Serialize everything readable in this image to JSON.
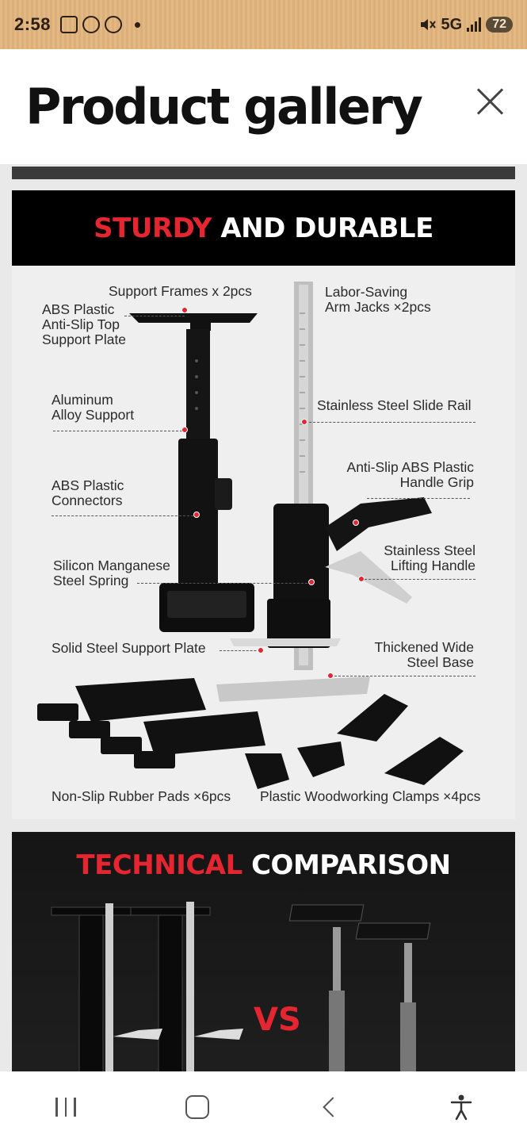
{
  "status_bar": {
    "time": "2:58",
    "network": "5G",
    "battery": "72"
  },
  "header": {
    "title": "Product gallery"
  },
  "gallery": {
    "image1": {
      "banner_red": "STURDY",
      "banner_white": "AND DURABLE",
      "labels": {
        "support_frames": "Support Frames x 2pcs",
        "abs_top_plate": "ABS Plastic\nAnti-Slip Top\nSupport Plate",
        "aluminum": "Aluminum\nAlloy Support",
        "abs_connectors": "ABS Plastic\nConnectors",
        "spring": "Silicon Manganese\nSteel Spring",
        "solid_plate": "Solid Steel Support Plate",
        "arm_jacks": "Labor-Saving\nArm Jacks ×2pcs",
        "slide_rail": "Stainless Steel Slide Rail",
        "handle_grip": "Anti-Slip ABS Plastic\nHandle Grip",
        "lifting_handle": "Stainless Steel\nLifting Handle",
        "steel_base": "Thickened Wide\nSteel Base",
        "rubber_pads": "Non-Slip Rubber Pads ×6pcs",
        "clamps": "Plastic Woodworking Clamps ×4pcs"
      }
    },
    "image2": {
      "banner_red": "TECHNICAL",
      "banner_white": "COMPARISON",
      "vs": "VS"
    }
  },
  "colors": {
    "accent_red": "#e52631",
    "status_bar": "#e4b883"
  }
}
